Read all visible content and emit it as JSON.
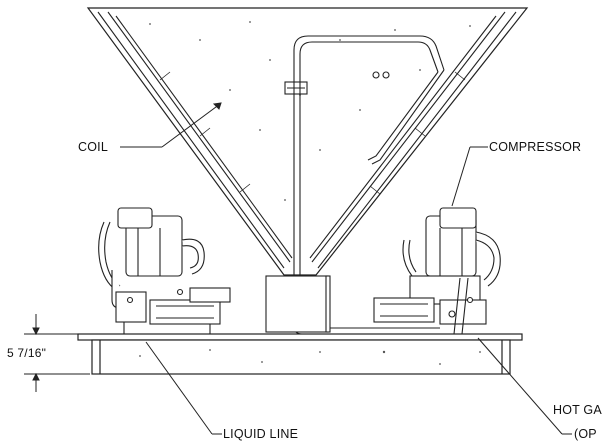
{
  "labels": {
    "coil": "COIL",
    "compressor": "COMPRESSOR",
    "dimension": "5 7/16\"",
    "liquid_line": "LIQUID LINE",
    "hot_gas_line1": "HOT GA",
    "hot_gas_line2": "(OP"
  }
}
